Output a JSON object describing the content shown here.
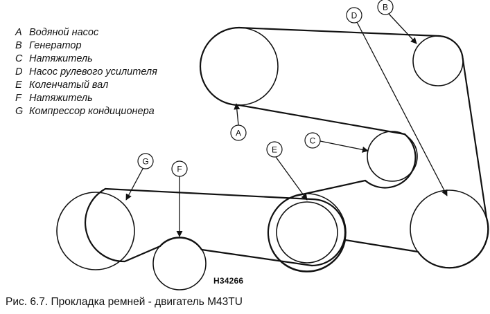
{
  "legend": [
    {
      "key": "A",
      "text": "Водяной насос"
    },
    {
      "key": "B",
      "text": "Генератор"
    },
    {
      "key": "C",
      "text": "Натяжитель"
    },
    {
      "key": "D",
      "text": "Насос рулевого усилителя"
    },
    {
      "key": "E",
      "text": "Коленчатый вал"
    },
    {
      "key": "F",
      "text": "Натяжитель"
    },
    {
      "key": "G",
      "text": "Компрессор кондиционера"
    }
  ],
  "callouts": {
    "a": "A",
    "b": "B",
    "c": "C",
    "d": "D",
    "e": "E",
    "f": "F",
    "g": "G"
  },
  "figure_code": "H34266",
  "caption": "Рис. 6.7. Прокладка ремней - двигатель M43TU"
}
